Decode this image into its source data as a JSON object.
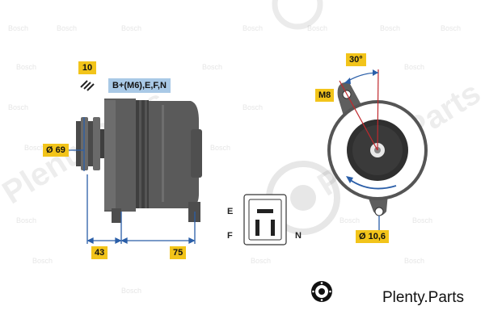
{
  "watermark": {
    "repeat_text": "Bosch",
    "brand_text": "Plenty.Parts"
  },
  "labels": {
    "part_ref": "10",
    "terminals_out": "B+(M6),E,F,N",
    "pulley_diameter": "Ø 69",
    "dim_left": "43",
    "dim_right": "75",
    "angle": "30°",
    "mount_bolt": "M8",
    "hole_diameter": "Ø 10,6",
    "term_e": "E",
    "term_f": "F",
    "term_n": "N"
  },
  "colors": {
    "label_yellow": "#f2c41a",
    "label_blue": "#a9c9e6",
    "body_dark": "#5a5a5a",
    "dim_line": "#2a5ea8",
    "angle_red": "#c0282d"
  },
  "icons": {
    "brand_logo": "brake-disc-icon",
    "cut_marker": "hatch-icon"
  }
}
